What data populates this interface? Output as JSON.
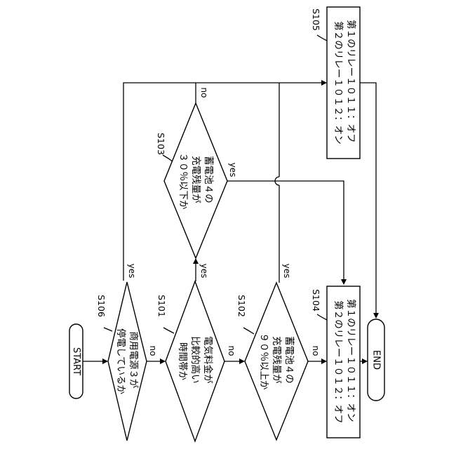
{
  "terminals": {
    "start": "START",
    "end": "END"
  },
  "decisions": {
    "s106": {
      "step": "S106",
      "lines": [
        "商用電源３が",
        "停電しているか"
      ]
    },
    "s101": {
      "step": "S101",
      "lines": [
        "電気料金が",
        "比較的高い",
        "時間帯か"
      ]
    },
    "s102": {
      "step": "S102",
      "lines": [
        "蓄電池４の",
        "充電残量が",
        "９０％以上か"
      ]
    },
    "s103": {
      "step": "S103",
      "lines": [
        "蓄電池４の",
        "充電残量が",
        "３０％以下か"
      ]
    }
  },
  "processes": {
    "s104": {
      "step": "S104",
      "lines": [
        "第１のリレー１０１１：オン",
        "第２のリレー１０１２：オフ"
      ]
    },
    "s105": {
      "step": "S105",
      "lines": [
        "第１のリレー１０１１：オフ",
        "第２のリレー１０１２：オン"
      ]
    }
  },
  "branch_labels": {
    "yes": "yes",
    "no": "no"
  }
}
